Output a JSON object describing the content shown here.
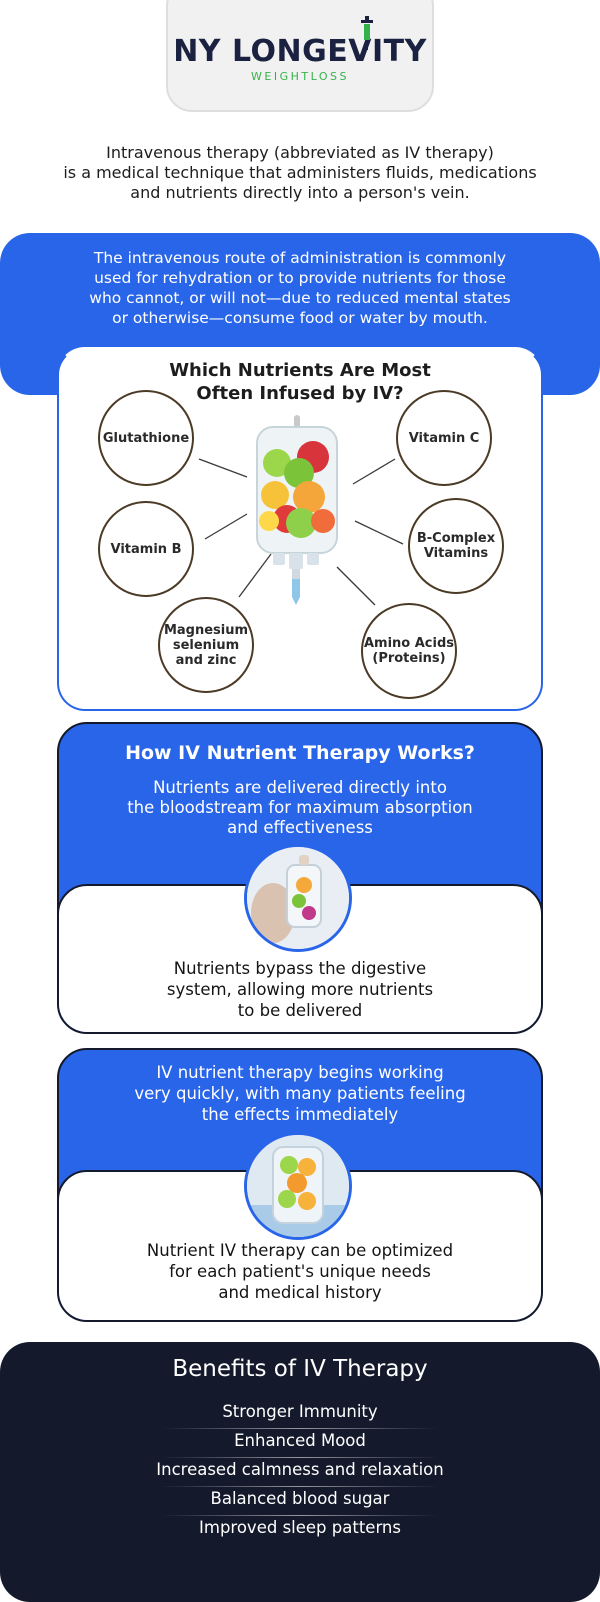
{
  "brand": {
    "name": "NY LONGEVITY",
    "tagline": "WEIGHTLOSS",
    "primary_color": "#1b2140",
    "accent_color": "#34b24a",
    "icon": "syringe-icon"
  },
  "intro": {
    "line1": "Intravenous therapy (abbreviated as IV therapy)",
    "line2": "is a medical technique that administers fluids, medications",
    "line3": "and nutrients directly into a person's vein."
  },
  "route": {
    "line1": "The intravenous route of administration is commonly",
    "line2": "used for rehydration or to provide nutrients for those",
    "line3": "who cannot, or will not—due to reduced mental states",
    "line4": "or otherwise—consume food or water by mouth."
  },
  "nutrients": {
    "title_line1": "Which Nutrients Are Most",
    "title_line2": "Often Infused by IV?",
    "items": [
      {
        "line1": "Glutathione",
        "line2": "",
        "line3": ""
      },
      {
        "line1": "Vitamin C",
        "line2": "",
        "line3": ""
      },
      {
        "line1": "Vitamin B",
        "line2": "",
        "line3": ""
      },
      {
        "line1": "B-Complex",
        "line2": "Vitamins",
        "line3": ""
      },
      {
        "line1": "Magnesium",
        "line2": "selenium",
        "line3": "and zinc"
      },
      {
        "line1": "Amino Acids",
        "line2": "(Proteins)",
        "line3": ""
      }
    ],
    "center_icon": "iv-bag-fruit-icon"
  },
  "how_it_works": {
    "title": "How IV Nutrient Therapy Works?",
    "desc_line1": "Nutrients are delivered directly into",
    "desc_line2": "the bloodstream for maximum absorption",
    "desc_line3": "and effectiveness",
    "white_line1": "Nutrients bypass the digestive",
    "white_line2": "system, allowing more nutrients",
    "white_line3": "to be delivered",
    "image_icon": "hand-holding-iv-bag-icon"
  },
  "fast": {
    "line1": "IV nutrient therapy begins working",
    "line2": "very quickly, with many patients feeling",
    "line3": "the effects immediately",
    "white_line1": "Nutrient IV therapy can be optimized",
    "white_line2": "for each patient's unique needs",
    "white_line3": "and medical history",
    "image_icon": "citrus-iv-bag-icon"
  },
  "benefits": {
    "title": "Benefits of IV Therapy",
    "items": [
      "Stronger Immunity",
      "Enhanced Mood",
      "Increased calmness and relaxation",
      "Balanced blood sugar",
      "Improved sleep patterns"
    ]
  },
  "colors": {
    "blue": "#2965e8",
    "navy": "#141a2c",
    "circle_border": "#4b3a26"
  }
}
